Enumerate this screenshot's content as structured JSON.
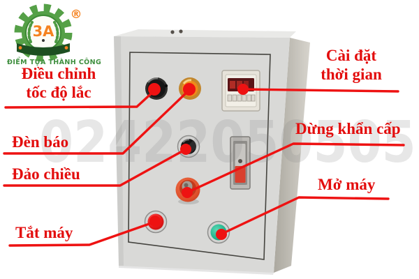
{
  "logo": {
    "brand": "3A",
    "registered": "®",
    "tagline": "ĐIỂM TỰA THÀNH CÔNG"
  },
  "watermark": "02422050505",
  "labels": {
    "speed": {
      "lines": [
        "Điều chỉnh",
        "tốc độ lắc"
      ]
    },
    "indicator": {
      "text": "Đèn báo"
    },
    "reverse": {
      "text": "Đảo chiều"
    },
    "stop": {
      "text": "Tắt máy"
    },
    "timer": {
      "lines": [
        "Cài đặt",
        "thời gian"
      ]
    },
    "emergency": {
      "text": "Dừng khẩn cấp"
    },
    "start": {
      "text": "Mở máy"
    }
  },
  "components": {
    "speed_knob": "speed adjustment knob",
    "indicator_lamp": "orange indicator lamp",
    "timer_module": "digital time relay",
    "reverse_button": "black reverse-direction button",
    "emergency_button": "red emergency stop mushroom button",
    "door_handle": "cabinet door latch handle",
    "stop_button": "red stop push button",
    "start_button": "green start push button"
  },
  "colors": {
    "accent_red": "#e30d0d",
    "line_red": "#ee1212",
    "box_face": "#d9d9d7",
    "box_top": "#e9e9e7",
    "box_side_dark": "#aba89f",
    "box_side_light": "#d7d4cd",
    "door_outline": "#45443f",
    "lamp_ring": "#c2862c",
    "lamp_orange": "#ef8a1a",
    "button_black": "#161616",
    "button_red": "#e51717",
    "button_green": "#1fb28b",
    "emergency_ring": "#dd4f2a",
    "emergency_inner": "#c23a1c",
    "handle_red": "#d9402e",
    "bezel_silver": "#d3d3d1",
    "brand_green": "#3f8f3f",
    "brand_gear_green": "#55a047",
    "brand_dark_green": "#1d4f21",
    "brand_orange": "#f5821f",
    "display_dark": "#5a1416",
    "display_red": "#c03028"
  }
}
